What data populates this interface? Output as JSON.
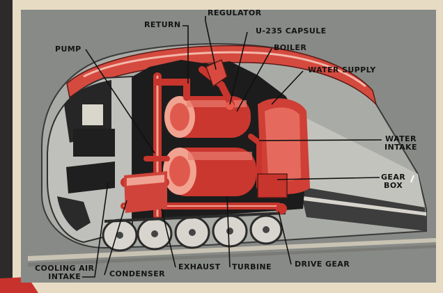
{
  "labels": {
    "return": "RETURN",
    "regulator": "REGULATOR",
    "capsule": "U-235 CAPSULE",
    "pump": "PUMP",
    "boiler": "BOILER",
    "water_supply": "WATER SUPPLY",
    "water_intake": [
      "WATER",
      "INTAKE"
    ],
    "gear_box": [
      "GEAR",
      "BOX"
    ],
    "cooling_air_intake": [
      "COOLING AIR",
      "INTAKE"
    ],
    "condenser": "CONDENSER",
    "exhaust": "EXHAUST",
    "turbine": "TURBINE",
    "drive_gear": "DRIVE GEAR"
  },
  "colors": {
    "panel": "#8c8f8b",
    "paper": "#e7dcc3",
    "red": "#d6453c",
    "dark_red": "#8f2320",
    "light_red": "#f0a89a",
    "dark": "#1e1e1e"
  }
}
